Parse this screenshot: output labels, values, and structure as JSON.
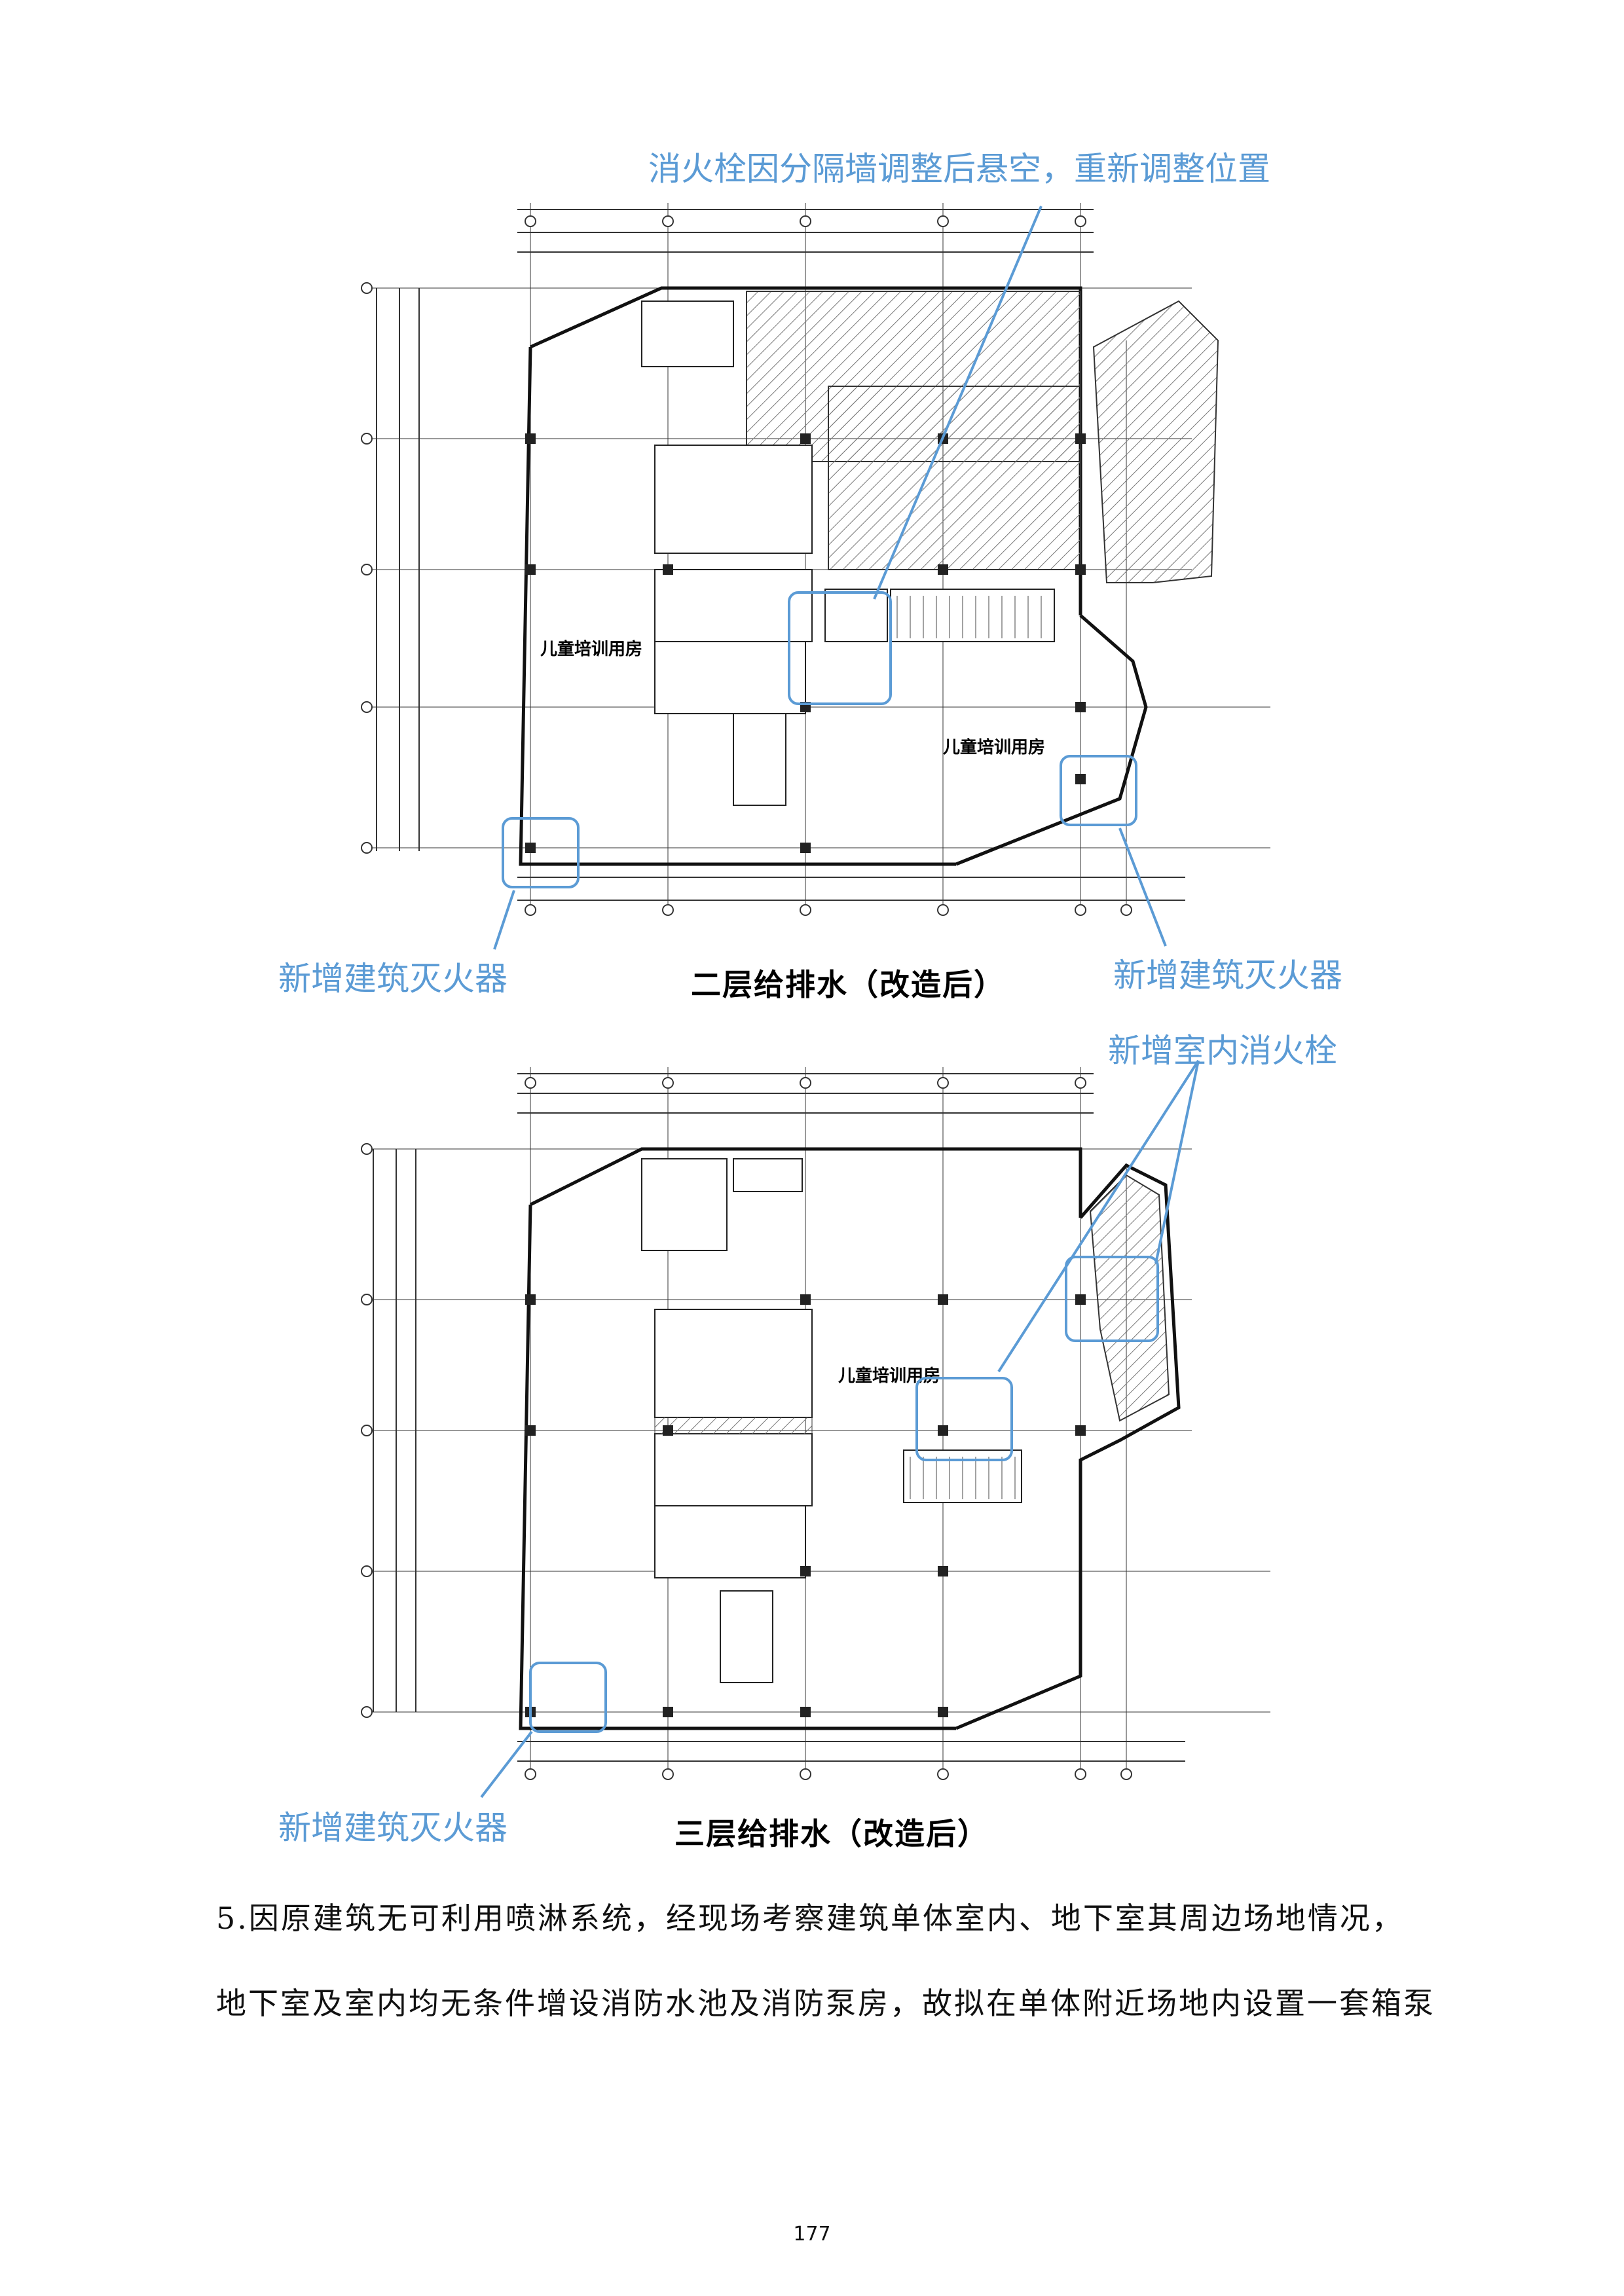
{
  "annotations": {
    "hydrant_relocated": "消火栓因分隔墙调整后悬空，重新调整位置",
    "extinguisher_left_1": "新增建筑灭火器",
    "extinguisher_right_1": "新增建筑灭火器",
    "hydrant_new": "新增室内消火栓",
    "extinguisher_left_2": "新增建筑灭火器"
  },
  "plans": {
    "floor2": {
      "caption": "二层给排水（改造后）",
      "rooms": [
        "儿童培训用房",
        "儿童培训用房"
      ]
    },
    "floor3": {
      "caption": "三层给排水（改造后）",
      "rooms": [
        "儿童培训用房"
      ]
    }
  },
  "body": {
    "line1": "5.因原建筑无可利用喷淋系统，经现场考察建筑单体室内、地下室其周边场地情况，",
    "line2": "地下室及室内均无条件增设消防水池及消防泵房，故拟在单体附近场地内设置一套箱泵"
  },
  "page_number": "177",
  "colors": {
    "annotation": "#5b9bd5",
    "drawing": "#222222"
  }
}
